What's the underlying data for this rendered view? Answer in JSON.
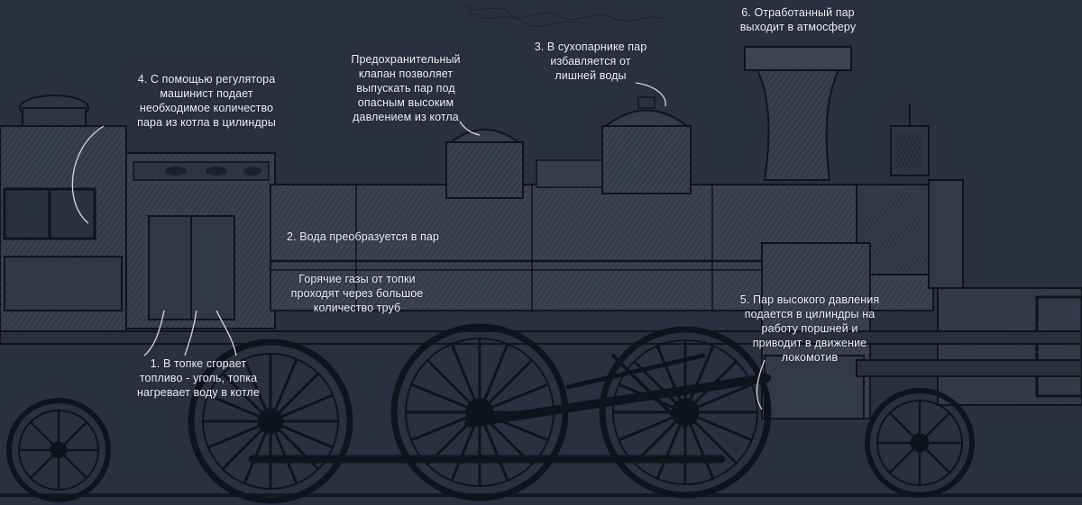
{
  "labels": {
    "steam_exhaust": "6. Отработанный пар\nвыходит в атмосферу",
    "dome_water": "3. В сухопарнике пар\nизбавляется от\nлишней воды",
    "safety_valve": "Предохранительный\nклапан позволяет\nвыпускать пар под\nопасным высоким\nдавлением из котла",
    "regulator": "4. С помощью регулятора\nмашинист подает\nнеобходимое количество\nпара из котла в цилиндры",
    "water_to_steam": "2. Вода преобразуется в пар",
    "hot_gases": "Горячие газы от топки\nпроходят через большое\nколичество труб",
    "firebox": "1. В топке сгорает\nтопливо - уголь, топка\nнагревает воду в котле",
    "cylinders": "5. Пар высокого давления\nподается в цилиндры на\nработу поршней и\nприводит в движение\nлокомотив"
  },
  "colors": {
    "background": "#2b3040",
    "ink": "#10131b",
    "label_text": "#eef1f6",
    "leader_line": "#e8ebf2"
  }
}
